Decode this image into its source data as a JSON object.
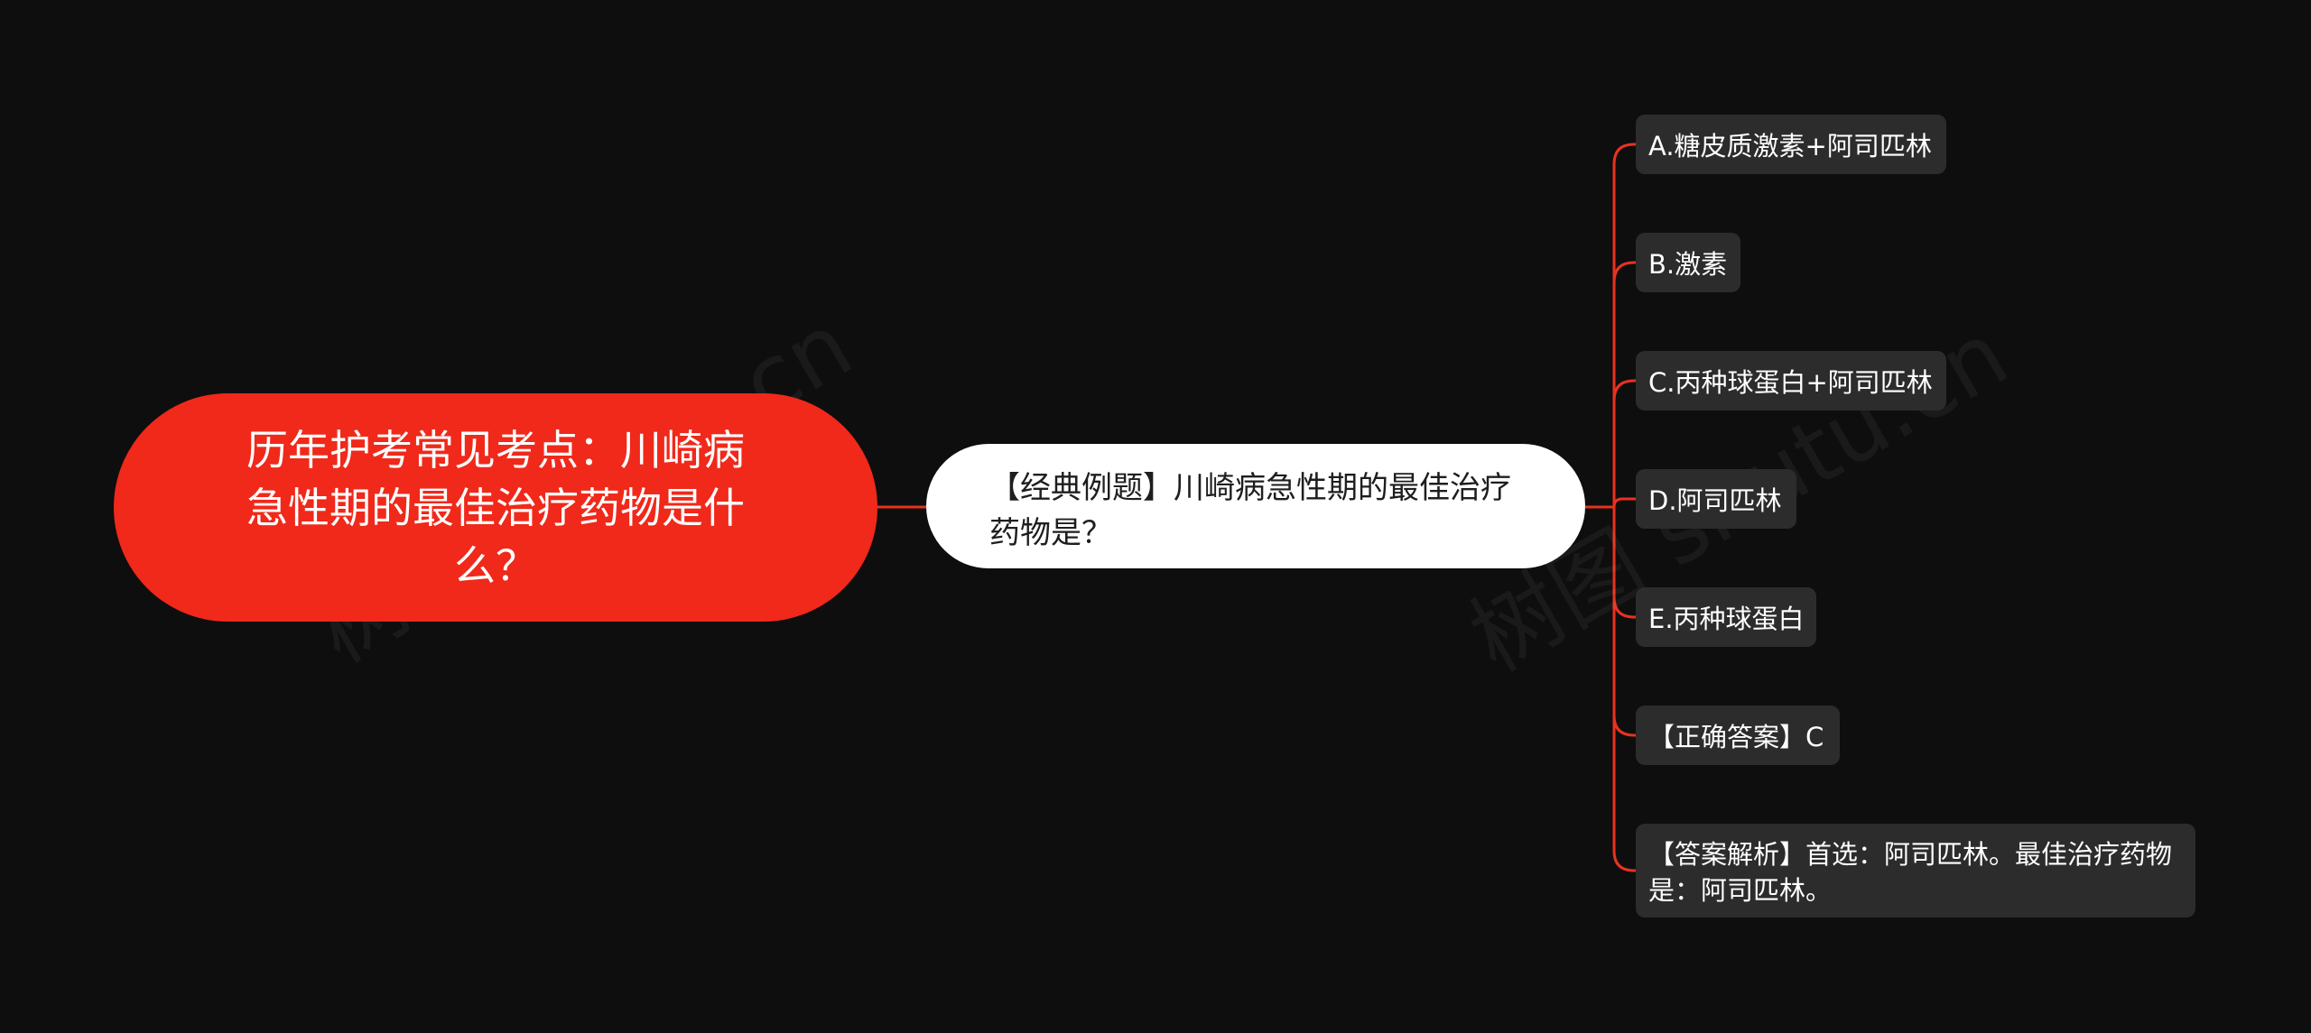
{
  "colors": {
    "background": "#0e0e0e",
    "root_fill": "#f0291a",
    "connector": "#e8321f",
    "mid_fill": "#ffffff",
    "leaf_fill": "#2c2c2c"
  },
  "root": {
    "text": "历年护考常见考点：川崎病急性期的最佳治疗药物是什么？"
  },
  "question": {
    "text": "【经典例题】川崎病急性期的最佳治疗药物是？"
  },
  "options": [
    {
      "label": "A.糖皮质激素+阿司匹林"
    },
    {
      "label": "B.激素"
    },
    {
      "label": "C.丙种球蛋白+阿司匹林"
    },
    {
      "label": "D.阿司匹林"
    },
    {
      "label": "E.丙种球蛋白"
    },
    {
      "label": "【正确答案】C"
    },
    {
      "label": "【答案解析】首选：阿司匹林。最佳治疗药物是：阿司匹林。"
    }
  ],
  "watermarks": [
    "树图 shutu.cn",
    "树图 shutu.cn"
  ]
}
